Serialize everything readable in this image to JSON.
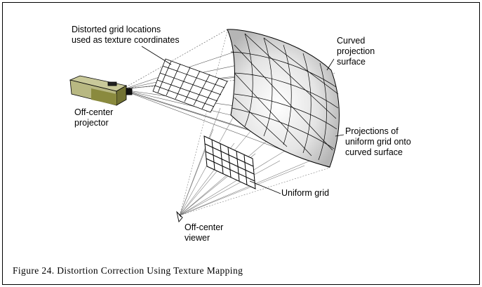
{
  "figure": {
    "caption": "Figure 24. Distortion Correction Using Texture Mapping"
  },
  "labels": {
    "distorted_grid": "Distorted grid locations\nused as texture coordinates",
    "curved_surface": "Curved\nprojection\nsurface",
    "projector": "Off-center\nprojector",
    "projections": "Projections of\nuniform grid onto\ncurved surface",
    "uniform_grid": "Uniform grid",
    "viewer": "Off-center\nviewer"
  },
  "colors": {
    "projector_top": "#c9c99a",
    "projector_side": "#8a8a3e",
    "projector_front": "#727233",
    "surface_shade": "#bdbdbd"
  },
  "icons": {
    "projector": "projector-icon",
    "viewer": "viewer-eye-icon"
  }
}
